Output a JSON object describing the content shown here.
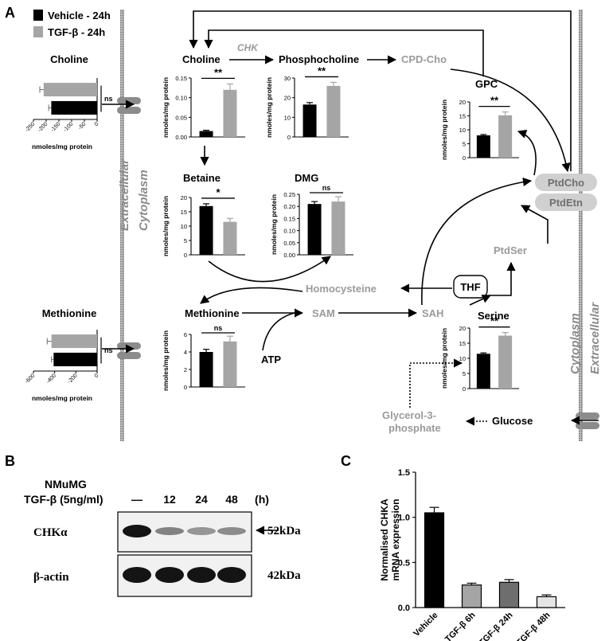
{
  "panel_labels": {
    "a": "A",
    "b": "B",
    "c": "C"
  },
  "legend": {
    "vehicle": "Vehicle - 24h",
    "tgfb": "TGF-β - 24h",
    "vehicle_color": "#000000",
    "tgfb_color": "#a5a5a5"
  },
  "membrane": {
    "left_outer": "Extracellular",
    "left_inner": "Cytoplasm",
    "right_inner": "Cytoplasm",
    "right_outer": "Extracellular"
  },
  "metabolites": {
    "choline": "Choline",
    "phosphocholine": "Phosphocholine",
    "cpd_cho": "CPD-Cho",
    "gpc": "GPC",
    "betaine": "Betaine",
    "dmg": "DMG",
    "ptdcho": "PtdCho",
    "ptdetn": "PtdEtn",
    "ptdser": "PtdSer",
    "homocysteine": "Homocysteine",
    "thf": "THF",
    "methionine": "Methionine",
    "sam": "SAM",
    "sah": "SAH",
    "serine": "Serine",
    "atp": "ATP",
    "glycerol3p": "Glycerol-3-\nphosphate",
    "glycerol3p_line1": "Glycerol-3-",
    "glycerol3p_line2": "phosphate",
    "glucose": "Glucose",
    "enzyme_chk": "CHK"
  },
  "units": "nmoles/mg protein",
  "chart_data": [
    {
      "id": "choline_extracellular",
      "type": "bar",
      "orientation": "horizontal",
      "title": "Choline",
      "xlabel": "nmoles/mg protein",
      "categories": [
        "TGF-β - 24h",
        "Vehicle - 24h"
      ],
      "values": [
        -210,
        -180
      ],
      "errors": [
        15,
        10
      ],
      "xlim": [
        -250,
        0
      ],
      "ticks": [
        -250,
        -200,
        -150,
        -100,
        -50,
        0
      ],
      "significance": "ns"
    },
    {
      "id": "methionine_extracellular",
      "type": "bar",
      "orientation": "horizontal",
      "title": "Methionine",
      "xlabel": "nmoles/mg protein",
      "categories": [
        "TGF-β - 24h",
        "Vehicle - 24h"
      ],
      "values": [
        -430,
        -410
      ],
      "errors": [
        40,
        20
      ],
      "xlim": [
        -600,
        0
      ],
      "ticks": [
        -600,
        -400,
        -200,
        0
      ],
      "significance": "ns"
    },
    {
      "id": "choline_intracellular",
      "type": "bar",
      "ylabel": "nmoles/mg protein",
      "categories": [
        "Vehicle - 24h",
        "TGF-β - 24h"
      ],
      "values": [
        0.015,
        0.12
      ],
      "errors": [
        0.002,
        0.015
      ],
      "ylim": [
        0,
        0.15
      ],
      "ticks": [
        0.0,
        0.05,
        0.1,
        0.15
      ],
      "tick_labels": [
        "0.00",
        "0.05",
        "0.10",
        "0.15"
      ],
      "significance": "**"
    },
    {
      "id": "phosphocholine",
      "type": "bar",
      "ylabel": "nmoles/mg protein",
      "categories": [
        "Vehicle - 24h",
        "TGF-β - 24h"
      ],
      "values": [
        16.5,
        26
      ],
      "errors": [
        1,
        1.8
      ],
      "ylim": [
        0,
        30
      ],
      "ticks": [
        0,
        10,
        20,
        30
      ],
      "tick_labels": [
        "0",
        "10",
        "20",
        "30"
      ],
      "significance": "**"
    },
    {
      "id": "gpc",
      "type": "bar",
      "ylabel": "nmoles/mg protein",
      "categories": [
        "Vehicle - 24h",
        "TGF-β - 24h"
      ],
      "values": [
        8,
        15.2
      ],
      "errors": [
        0.3,
        1.2
      ],
      "ylim": [
        0,
        20
      ],
      "ticks": [
        0,
        5,
        10,
        15,
        20
      ],
      "tick_labels": [
        "0",
        "5",
        "10",
        "15",
        "20"
      ],
      "significance": "**"
    },
    {
      "id": "betaine",
      "type": "bar",
      "ylabel": "nmoles/mg protein",
      "categories": [
        "Vehicle - 24h",
        "TGF-β - 24h"
      ],
      "values": [
        17,
        11.5
      ],
      "errors": [
        0.8,
        1.2
      ],
      "ylim": [
        0,
        20
      ],
      "ticks": [
        0,
        5,
        10,
        15,
        20
      ],
      "tick_labels": [
        "0",
        "5",
        "10",
        "15",
        "20"
      ],
      "significance": "*"
    },
    {
      "id": "dmg",
      "type": "bar",
      "ylabel": "nmoles/mg protein",
      "categories": [
        "Vehicle - 24h",
        "TGF-β - 24h"
      ],
      "values": [
        0.21,
        0.22
      ],
      "errors": [
        0.01,
        0.02
      ],
      "ylim": [
        0,
        0.25
      ],
      "ticks": [
        0.0,
        0.05,
        0.1,
        0.15,
        0.2,
        0.25
      ],
      "tick_labels": [
        "0.00",
        "0.05",
        "0.10",
        "0.15",
        "0.20",
        "0.25"
      ],
      "significance": "ns"
    },
    {
      "id": "methionine_intracellular",
      "type": "bar",
      "ylabel": "nmoles/mg protein",
      "categories": [
        "Vehicle - 24h",
        "TGF-β - 24h"
      ],
      "values": [
        4,
        5.2
      ],
      "errors": [
        0.3,
        0.6
      ],
      "ylim": [
        0,
        6
      ],
      "ticks": [
        0,
        2,
        4,
        6
      ],
      "tick_labels": [
        "0",
        "2",
        "4",
        "6"
      ],
      "significance": "ns"
    },
    {
      "id": "serine",
      "type": "bar",
      "ylabel": "nmoles/mg protein",
      "categories": [
        "Vehicle - 24h",
        "TGF-β - 24h"
      ],
      "values": [
        11.5,
        17.5
      ],
      "errors": [
        0.3,
        1
      ],
      "ylim": [
        0,
        20
      ],
      "ticks": [
        0,
        5,
        10,
        15,
        20
      ],
      "tick_labels": [
        "0",
        "5",
        "10",
        "15",
        "20"
      ],
      "significance": "**"
    },
    {
      "id": "chka_mrna",
      "type": "bar",
      "ylabel": "Normalised CHKA\nmRNA expression",
      "ylabel_line1": "Normalised CHKA",
      "ylabel_line2": "mRNA expression",
      "categories": [
        "Vehicle",
        "TGF-β 6h",
        "TGF-β 24h",
        "TGF-β 48h"
      ],
      "values": [
        1.05,
        0.25,
        0.28,
        0.12
      ],
      "errors": [
        0.06,
        0.02,
        0.03,
        0.02
      ],
      "ylim": [
        0,
        1.5
      ],
      "ticks": [
        0.0,
        0.5,
        1.0,
        1.5
      ],
      "tick_labels": [
        "0.0",
        "0.5",
        "1.0",
        "1.5"
      ],
      "colors": [
        "#000000",
        "#a5a5a5",
        "#6e6e6e",
        "#e5e5e5"
      ]
    }
  ],
  "western_blot": {
    "cell_line": "NMuMG",
    "treatment": "TGF-β (5ng/ml)",
    "lanes": [
      "—",
      "12",
      "24",
      "48"
    ],
    "time_unit": "(h)",
    "bands": [
      {
        "label": "CHKα",
        "size": "52kDa",
        "intensity": [
          1.0,
          0.45,
          0.35,
          0.4
        ]
      },
      {
        "label": "β-actin",
        "size": "42kDa",
        "intensity": [
          1.0,
          1.0,
          1.0,
          1.0
        ]
      }
    ]
  }
}
